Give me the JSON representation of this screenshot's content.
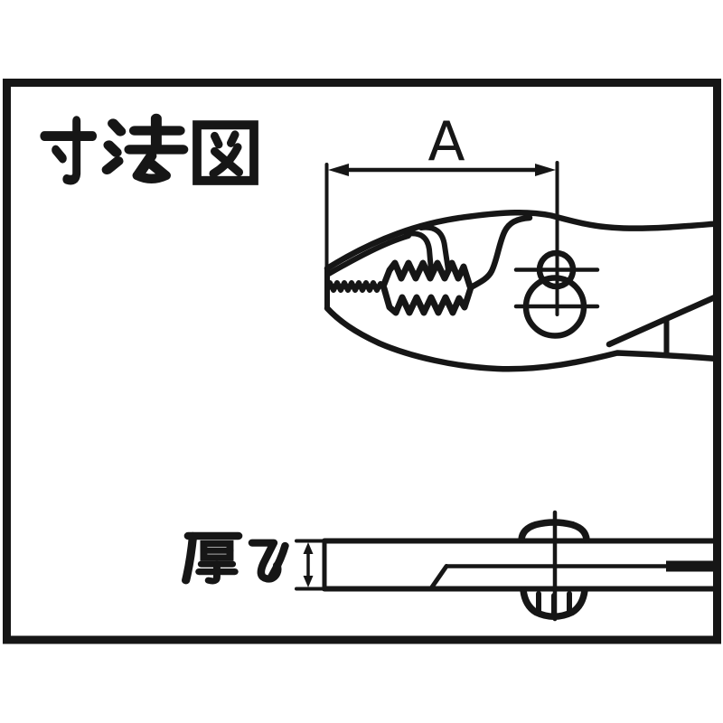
{
  "colors": {
    "ink": "#161616",
    "background": "#ffffff"
  },
  "diagram": {
    "title": "寸法図",
    "top_view": {
      "dimension_label": "A"
    },
    "bottom_view": {
      "thickness_label": "厚み"
    }
  }
}
